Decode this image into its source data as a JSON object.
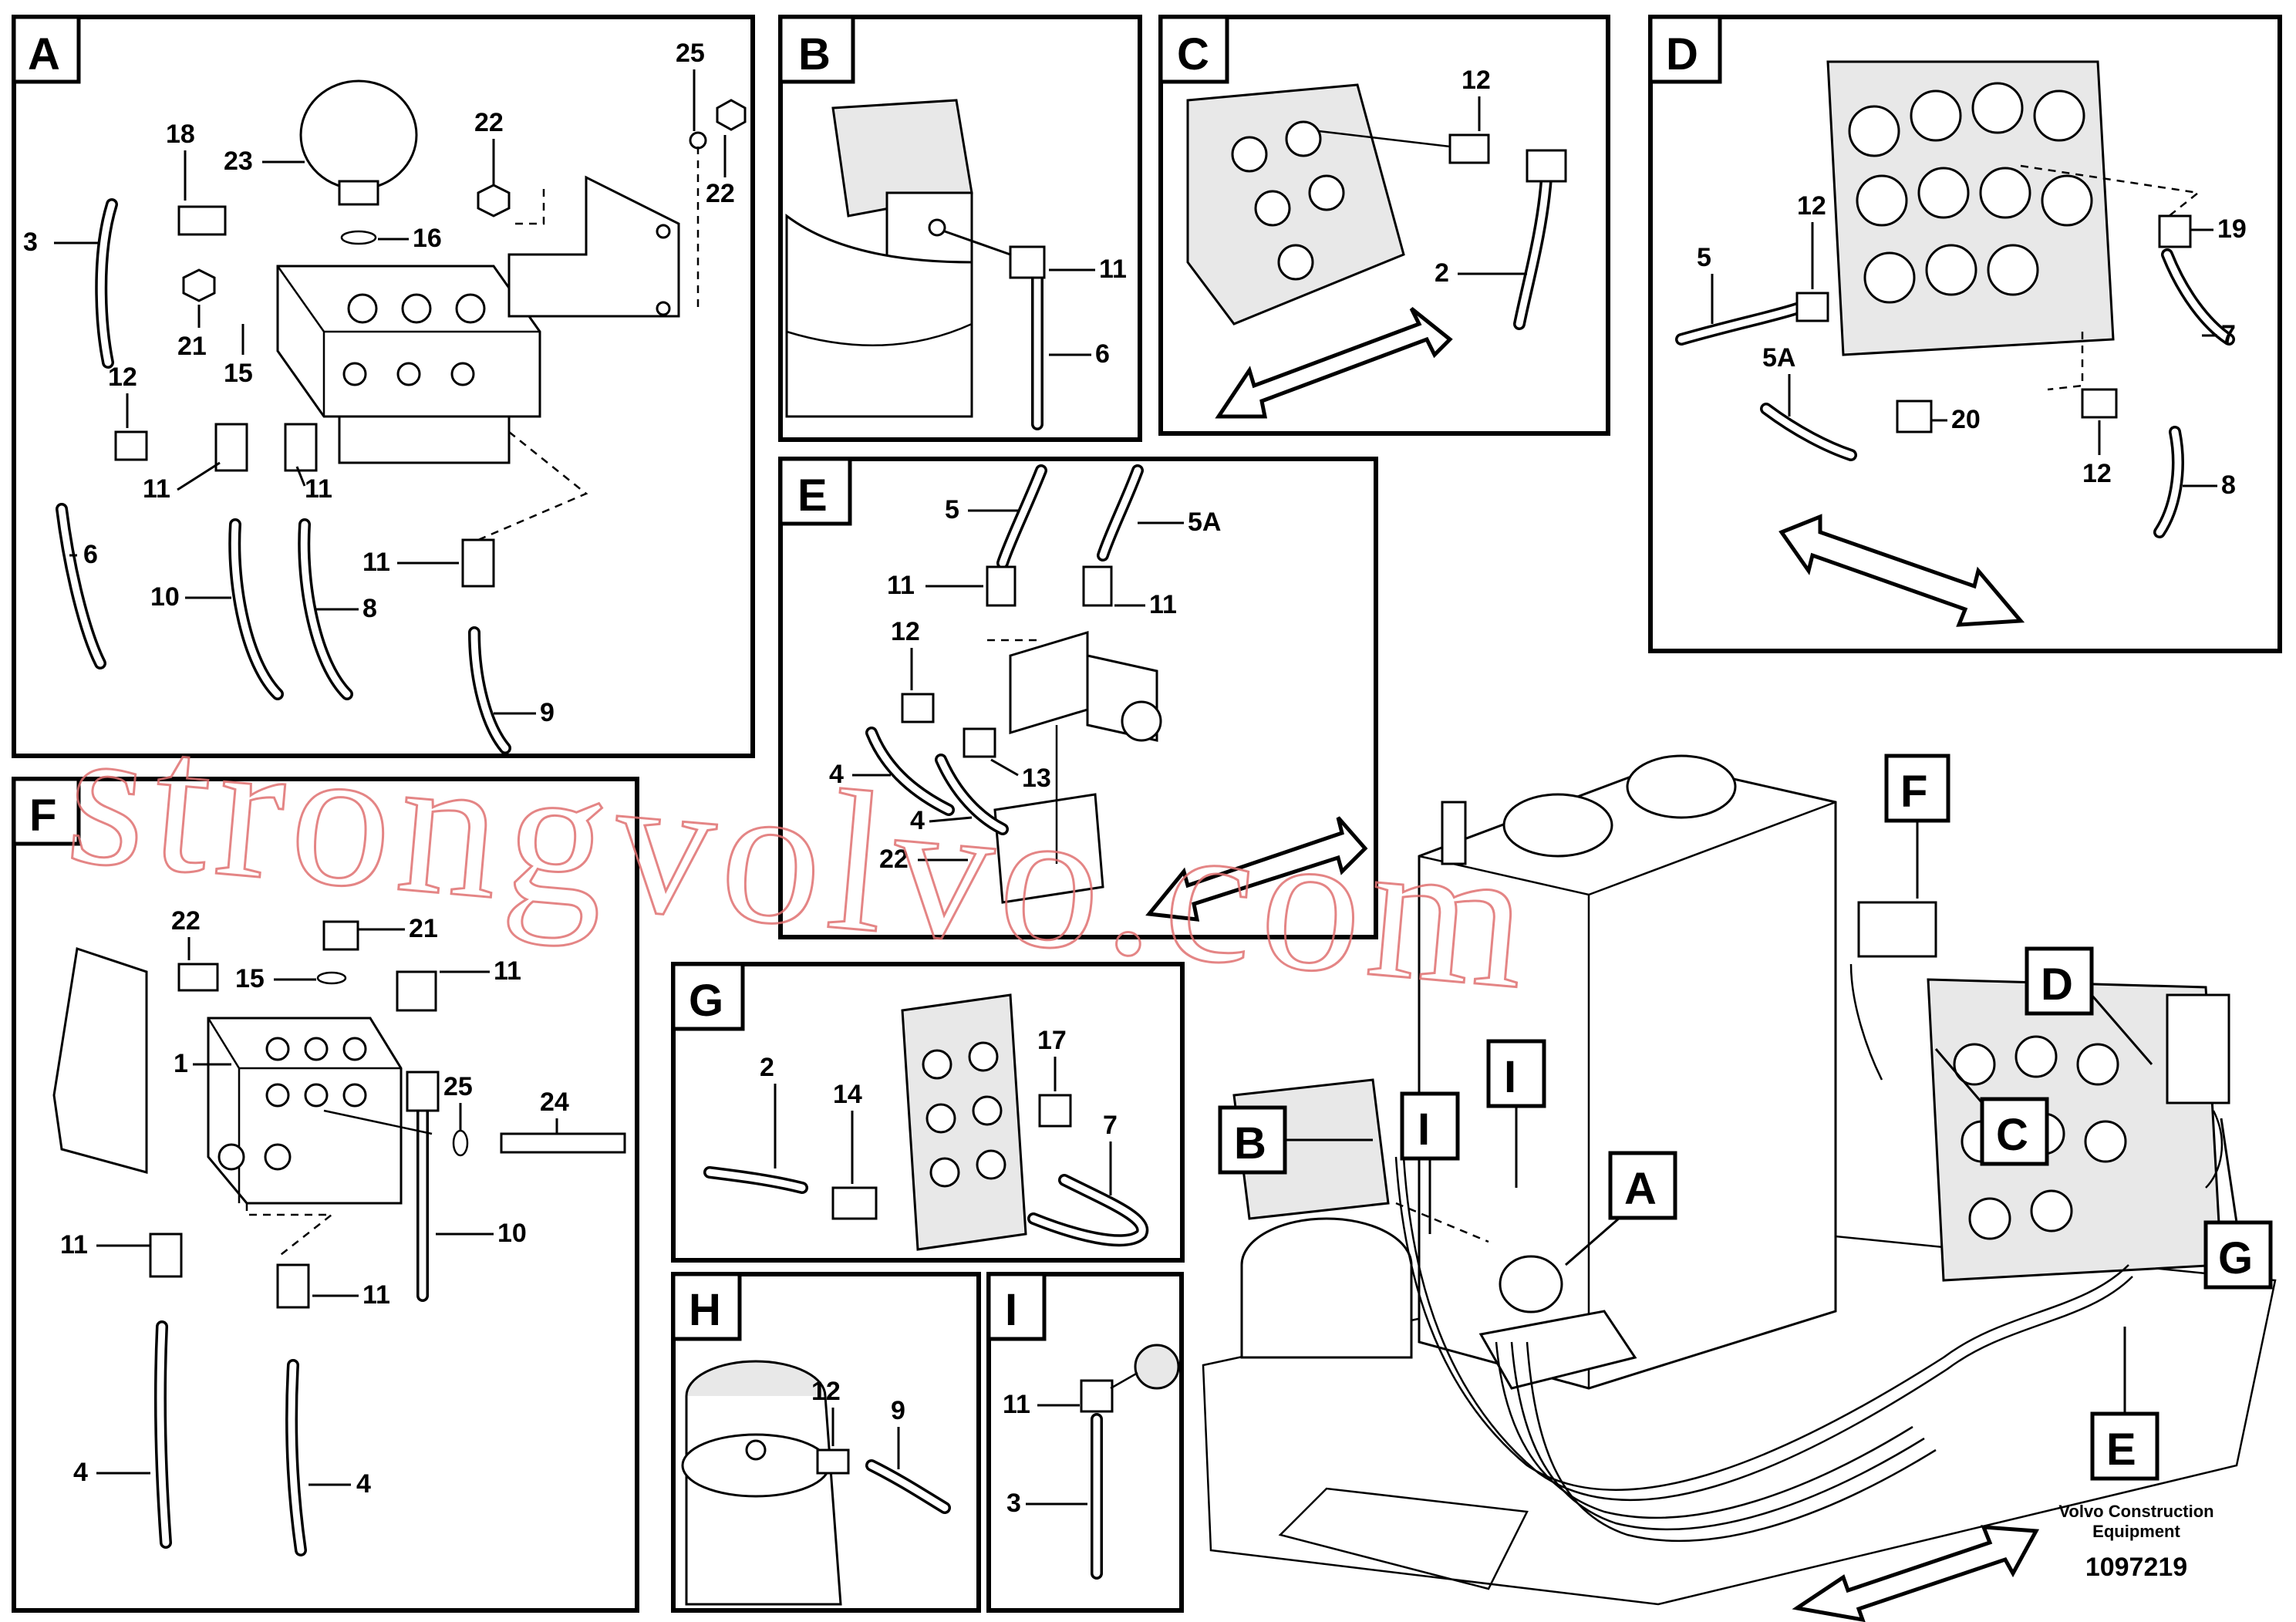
{
  "diagram": {
    "watermark": "strongvolvo.com",
    "brand_line1": "Volvo Construction",
    "brand_line2": "Equipment",
    "part_number": "1097219",
    "panels": {
      "A": {
        "label": "A",
        "callouts": [
          "3",
          "18",
          "23",
          "16",
          "22",
          "25",
          "22",
          "21",
          "15",
          "12",
          "11",
          "11",
          "6",
          "10",
          "8",
          "11",
          "9"
        ]
      },
      "B": {
        "label": "B",
        "callouts": [
          "11",
          "6"
        ]
      },
      "C": {
        "label": "C",
        "callouts": [
          "12",
          "2"
        ]
      },
      "D": {
        "label": "D",
        "callouts": [
          "12",
          "19",
          "5",
          "7",
          "5A",
          "20",
          "12",
          "8"
        ]
      },
      "E": {
        "label": "E",
        "callouts": [
          "5",
          "5A",
          "11",
          "11",
          "12",
          "4",
          "13",
          "4",
          "22"
        ]
      },
      "F": {
        "label": "F",
        "callouts": [
          "22",
          "21",
          "15",
          "11",
          "1",
          "25",
          "24",
          "11",
          "10",
          "11",
          "4",
          "4"
        ]
      },
      "G": {
        "label": "G",
        "callouts": [
          "2",
          "14",
          "17",
          "7"
        ]
      },
      "H": {
        "label": "H",
        "callouts": [
          "12",
          "9"
        ]
      },
      "I": {
        "label": "I",
        "callouts": [
          "11",
          "3"
        ]
      }
    },
    "overview_tags": [
      "F",
      "D",
      "C",
      "G",
      "B",
      "I",
      "I",
      "A",
      "E"
    ]
  }
}
